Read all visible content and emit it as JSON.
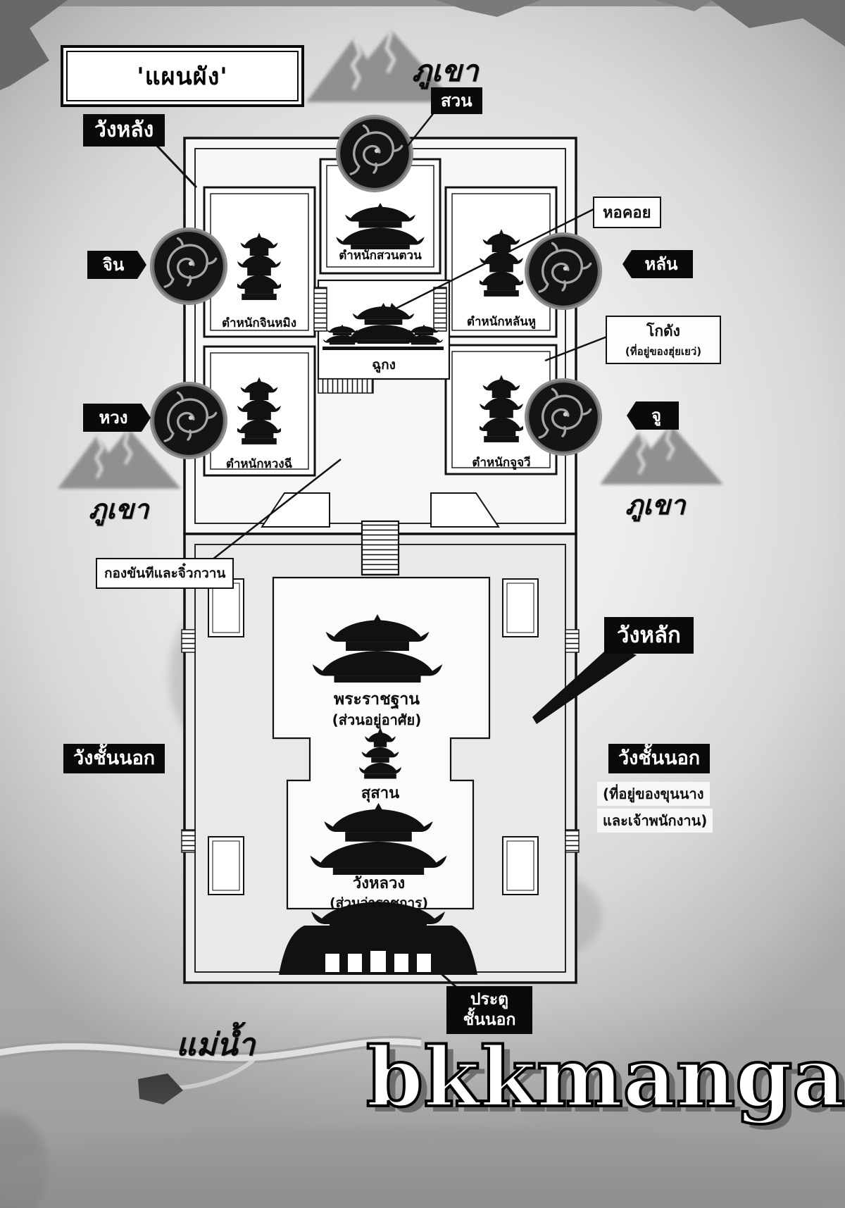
{
  "title": "'แผนผัง'",
  "watermark": "bkkmanga",
  "landmarks": {
    "mountain_top": "ภูเขา",
    "mountain_left": "ภูเขา",
    "mountain_right": "ภูเขา",
    "river": "แม่น้ำ"
  },
  "callouts": {
    "garden": "สวน",
    "rear_palace": "วังหลัง",
    "main_palace": "วังหลัก",
    "outer_palace_left": "วังชั้นนอก",
    "outer_palace_right": "วังชั้นนอก",
    "outer_note_line1": "(ที่อยู่ของขุนนาง",
    "outer_note_line2": "และเจ้าพนักงาน)",
    "tower": "หอคอย",
    "warehouse": "โกดัง",
    "warehouse_note": "(ที่อยู่ของฮุ่ยเยว่)",
    "eunuch_quarters": "กองขันทีและจิ๋วกวาน",
    "outer_gate_line1": "ประตู",
    "outer_gate_line2": "ชั้นนอก"
  },
  "consort_tags": {
    "jin": "จิน",
    "lan": "หลัน",
    "huang": "หวง",
    "ju": "จู"
  },
  "halls": {
    "suan_tuan": "ตำหนักสวนตวน",
    "jin_ming": "ตำหนักจินหมิง",
    "lan_hu": "ตำหนักหลันหู",
    "huang_qi": "ตำหนักหวงฉี",
    "ju_jawi": "ตำหนักจูจวี",
    "chu_gong": "ฉูกง",
    "royal_residence": "พระราชฐาน",
    "royal_residence_note": "(ส่วนอยู่อาศัย)",
    "tomb": "สุสาน",
    "royal_court": "วังหลวง",
    "royal_court_note": "(ส่วนว่าราชการ)"
  },
  "colors": {
    "ink": "#111111",
    "paper": "#d8d8d8",
    "label_bg": "#0a0a0a",
    "label_text": "#ffffff"
  }
}
